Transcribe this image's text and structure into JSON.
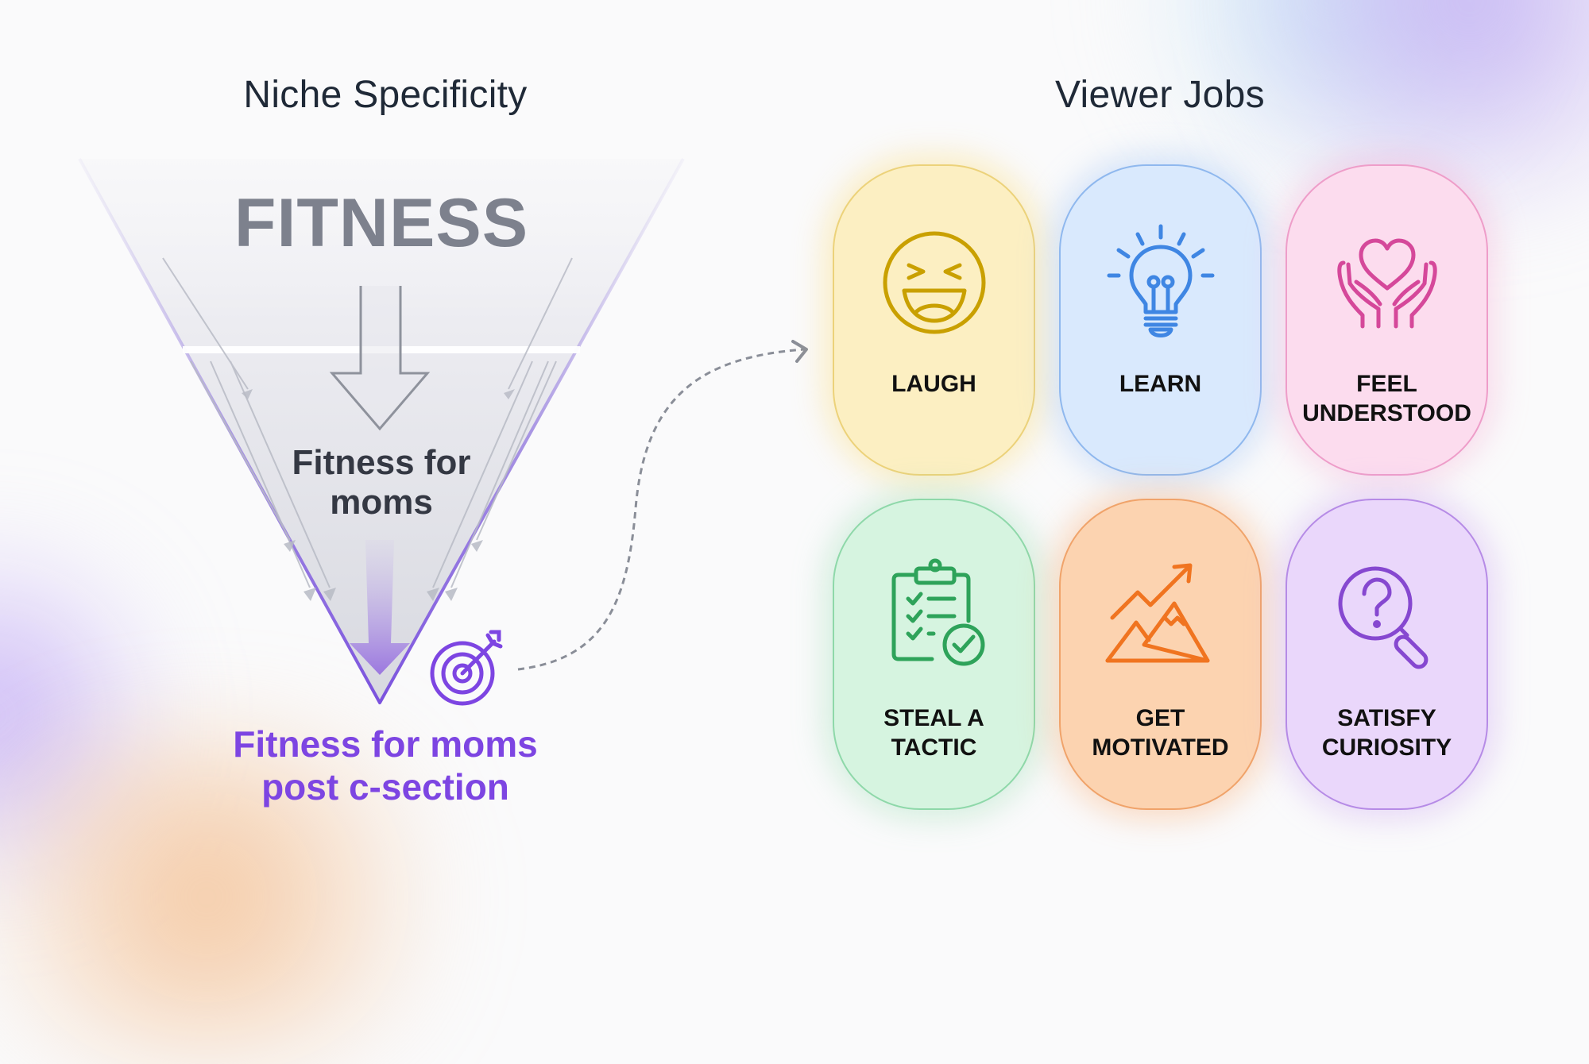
{
  "niche": {
    "heading": "Niche Specificity",
    "levels": [
      {
        "label": "FITNESS",
        "color": "#7d818d"
      },
      {
        "label": "Fitness for moms",
        "color": "#343843"
      },
      {
        "label": "Fitness for moms post c-section",
        "color": "#7d45e2"
      }
    ],
    "level_lines": {
      "broad": "FITNESS",
      "middle": "Fitness for\nmoms",
      "target": "Fitness for moms\npost c-section"
    },
    "target_icon": "target-arrow-icon",
    "accent_color": "#7d45e2"
  },
  "connector": {
    "style": "dashed-curve",
    "color": "#8a8e98"
  },
  "viewer_jobs": {
    "heading": "Viewer Jobs",
    "cards": [
      {
        "label": "LAUGH",
        "icon": "laughing-face-icon",
        "color": "#c9a000",
        "bg": "#fcefc2"
      },
      {
        "label": "LEARN",
        "icon": "lightbulb-icon",
        "color": "#3f86e3",
        "bg": "#d9e9fd"
      },
      {
        "label": "FEEL\nUNDERSTOOD",
        "icon": "hands-heart-icon",
        "color": "#d5489a",
        "bg": "#fcdcee"
      },
      {
        "label": "STEAL A\nTACTIC",
        "icon": "clipboard-check-icon",
        "color": "#2ea35a",
        "bg": "#d6f4e0"
      },
      {
        "label": "GET\nMOTIVATED",
        "icon": "mountain-growth-icon",
        "color": "#f07420",
        "bg": "#fcd3b0"
      },
      {
        "label": "SATISFY\nCURIOSITY",
        "icon": "magnifier-question-icon",
        "color": "#8648d0",
        "bg": "#ead7fb"
      }
    ]
  }
}
